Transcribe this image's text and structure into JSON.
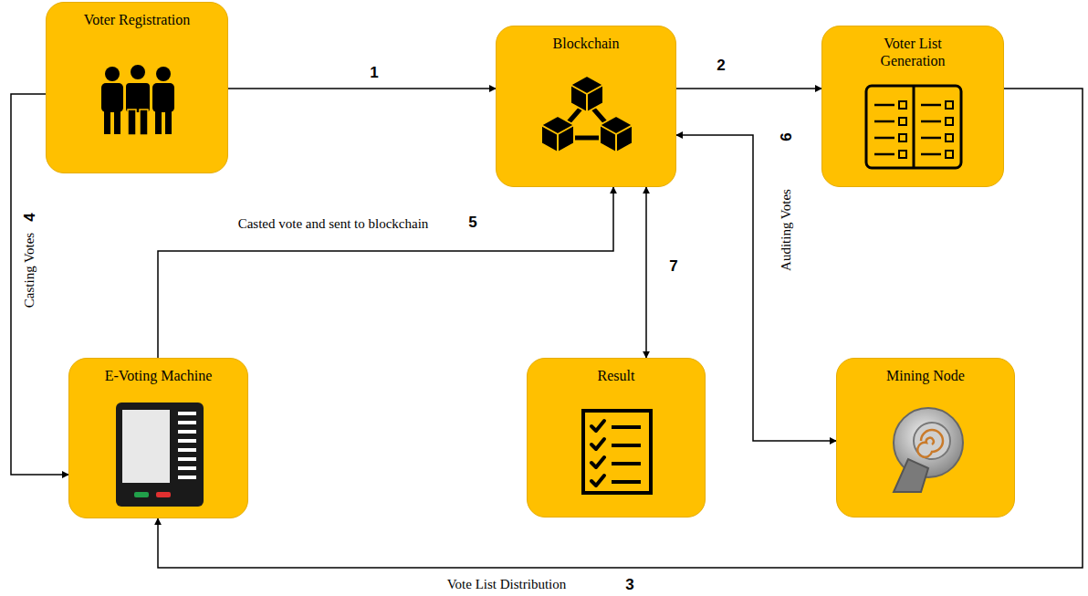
{
  "diagram": {
    "nodes": [
      {
        "text": [
          "Voter Registration"
        ]
      },
      {
        "text": [
          "Blockchain"
        ]
      },
      {
        "text": [
          "Voter List Generation"
        ]
      },
      {
        "text": [
          "E-Voting Machine"
        ]
      },
      {
        "text": [
          "Result"
        ]
      },
      {
        "text": [
          "Mining Node"
        ]
      }
    ],
    "edges": [
      {
        "from": 0,
        "to": 1,
        "arrow": "to",
        "label": "1"
      },
      {
        "from": 1,
        "to": 2,
        "arrow": "to",
        "label": "2"
      },
      {
        "from": 2,
        "to": 3,
        "arrow": "to",
        "label": "Vote List Distribution"
      },
      {
        "from": 0,
        "to": 3,
        "arrow": "to",
        "label": "Casting Votes"
      },
      {
        "from": 3,
        "to": 1,
        "arrow": "to",
        "label": "Casted vote and sent to blockchain"
      },
      {
        "from": 1,
        "to": 5,
        "arrow": "both",
        "label": "Auditing Votes"
      },
      {
        "from": 1,
        "to": 4,
        "arrow": "both",
        "label": "7"
      }
    ],
    "labels": [
      "3",
      "4",
      "5",
      "6"
    ]
  }
}
